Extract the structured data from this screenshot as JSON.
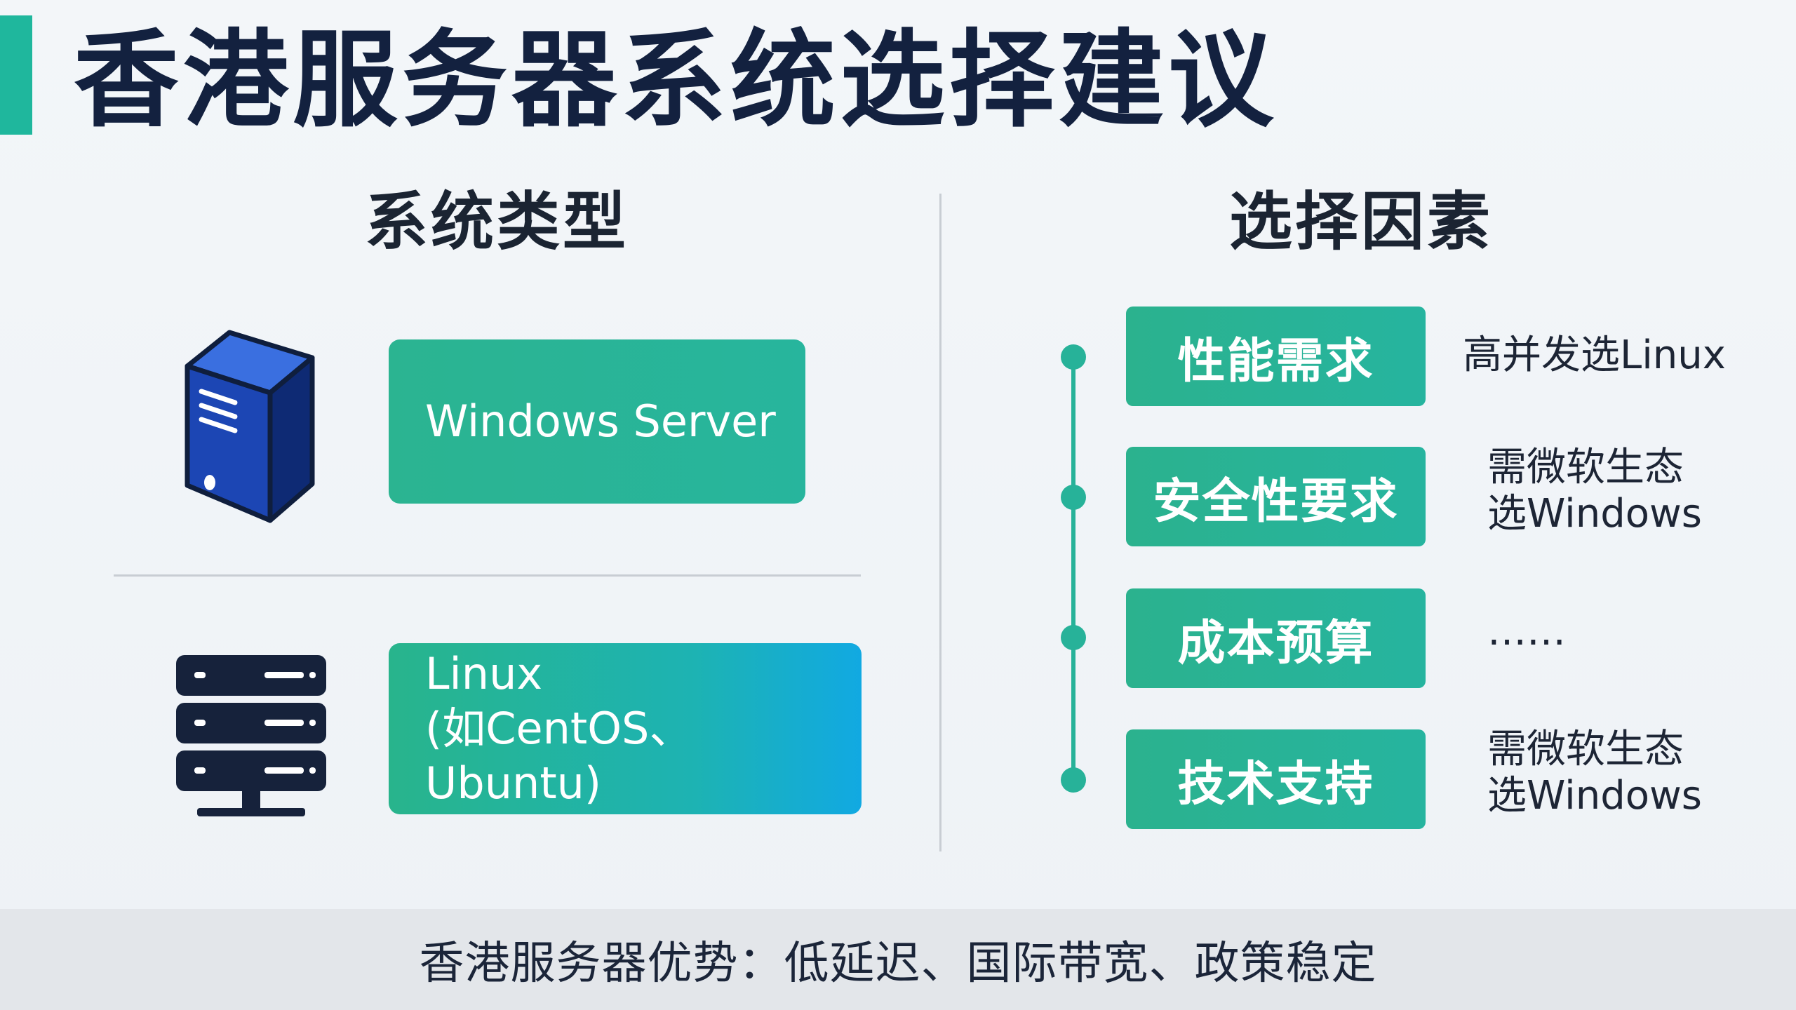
{
  "title": "香港服务器系统选择建议",
  "sections": {
    "types_title": "系统类型",
    "factors_title": "选择因素"
  },
  "system_types": [
    {
      "line1": "Windows Server",
      "line2": "",
      "icon": "server-tower-icon"
    },
    {
      "line1": "Linux",
      "line2": "(如CentOS、Ubuntu)",
      "icon": "server-rack-icon"
    }
  ],
  "factors": [
    {
      "label": "性能需求",
      "note_line1": "高并发选Linux",
      "note_line2": ""
    },
    {
      "label": "安全性要求",
      "note_line1": "需微软生态",
      "note_line2": "选Windows"
    },
    {
      "label": "成本预算",
      "note_line1": "……",
      "note_line2": ""
    },
    {
      "label": "技术支持",
      "note_line1": "需微软生态",
      "note_line2": "选Windows"
    }
  ],
  "footer": "香港服务器优势：低延迟、国际带宽、政策稳定",
  "colors": {
    "accent": "#1fb79d",
    "card_green": "#27b59d",
    "card_blue": "#11a9e2",
    "title": "#13213f",
    "tower_blue": "#1c46b4",
    "rack_navy": "#16223b"
  }
}
